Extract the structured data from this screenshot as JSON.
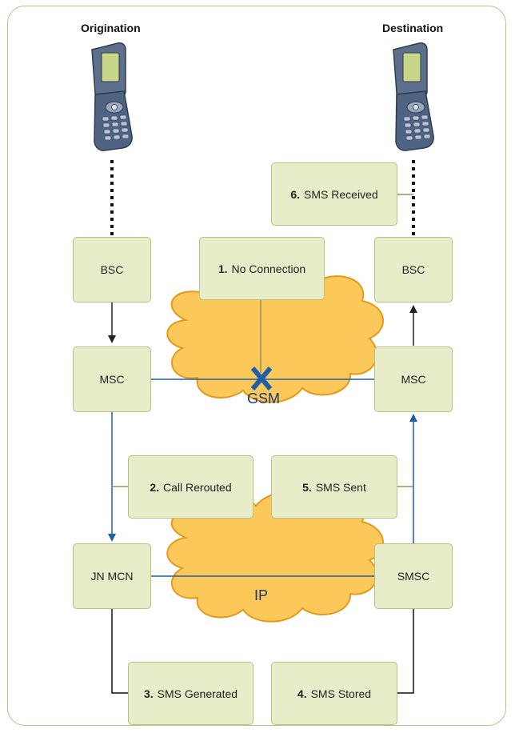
{
  "labels": {
    "origination": "Origination",
    "destination": "Destination"
  },
  "nodes": {
    "bsc_left": "BSC",
    "msc_left": "MSC",
    "jn_mcn": "JN MCN",
    "bsc_right": "BSC",
    "msc_right": "MSC",
    "smsc": "SMSC"
  },
  "clouds": {
    "gsm": "GSM",
    "ip": "IP"
  },
  "steps": [
    {
      "num": "1.",
      "text": "No Connection"
    },
    {
      "num": "2.",
      "text": "Call Rerouted"
    },
    {
      "num": "3.",
      "text": "SMS Generated"
    },
    {
      "num": "4.",
      "text": "SMS Stored"
    },
    {
      "num": "5.",
      "text": "SMS Sent"
    },
    {
      "num": "6.",
      "text": "SMS Received"
    }
  ],
  "colors": {
    "box_fill": "#e8ecc8",
    "box_border": "#b8c182",
    "cloud_fill": "#fcc85a",
    "cloud_border": "#e59a1b",
    "link_blue": "#1f5fa8",
    "x_mark": "#1f5fa8"
  }
}
